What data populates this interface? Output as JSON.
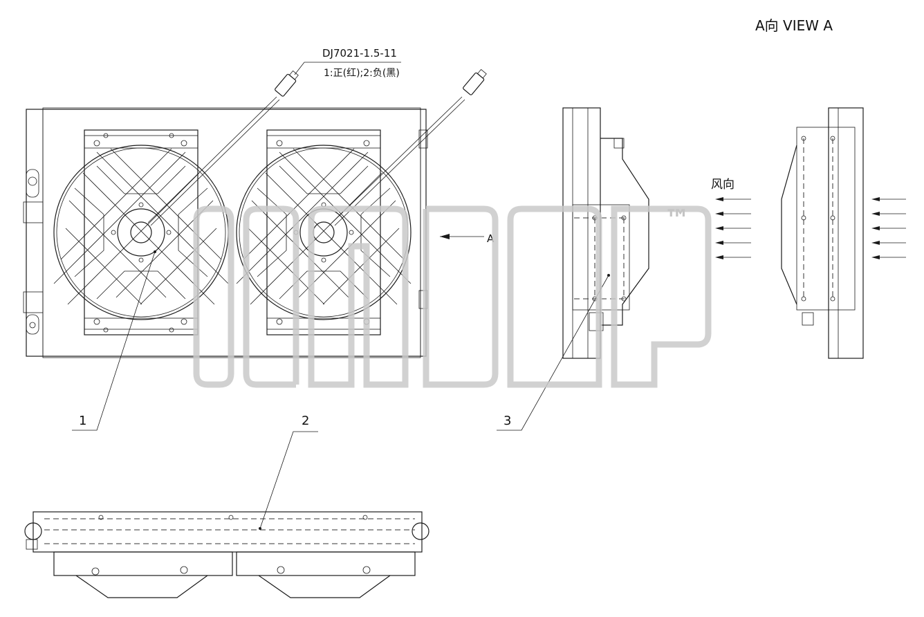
{
  "labels": {
    "view_title": "A向   VIEW A",
    "connector_code": "DJ7021-1.5-11",
    "connector_note": "1:正(红);2:负(黑)",
    "view_arrow_label": "A",
    "wind_direction": "风向",
    "callout_1": "1",
    "callout_2": "2",
    "callout_3": "3"
  },
  "watermark": {
    "text": "gmp",
    "mark": "™"
  },
  "colors": {
    "line": "#1a1a1a",
    "watermark": "#c9c9c9",
    "background": "#ffffff"
  }
}
